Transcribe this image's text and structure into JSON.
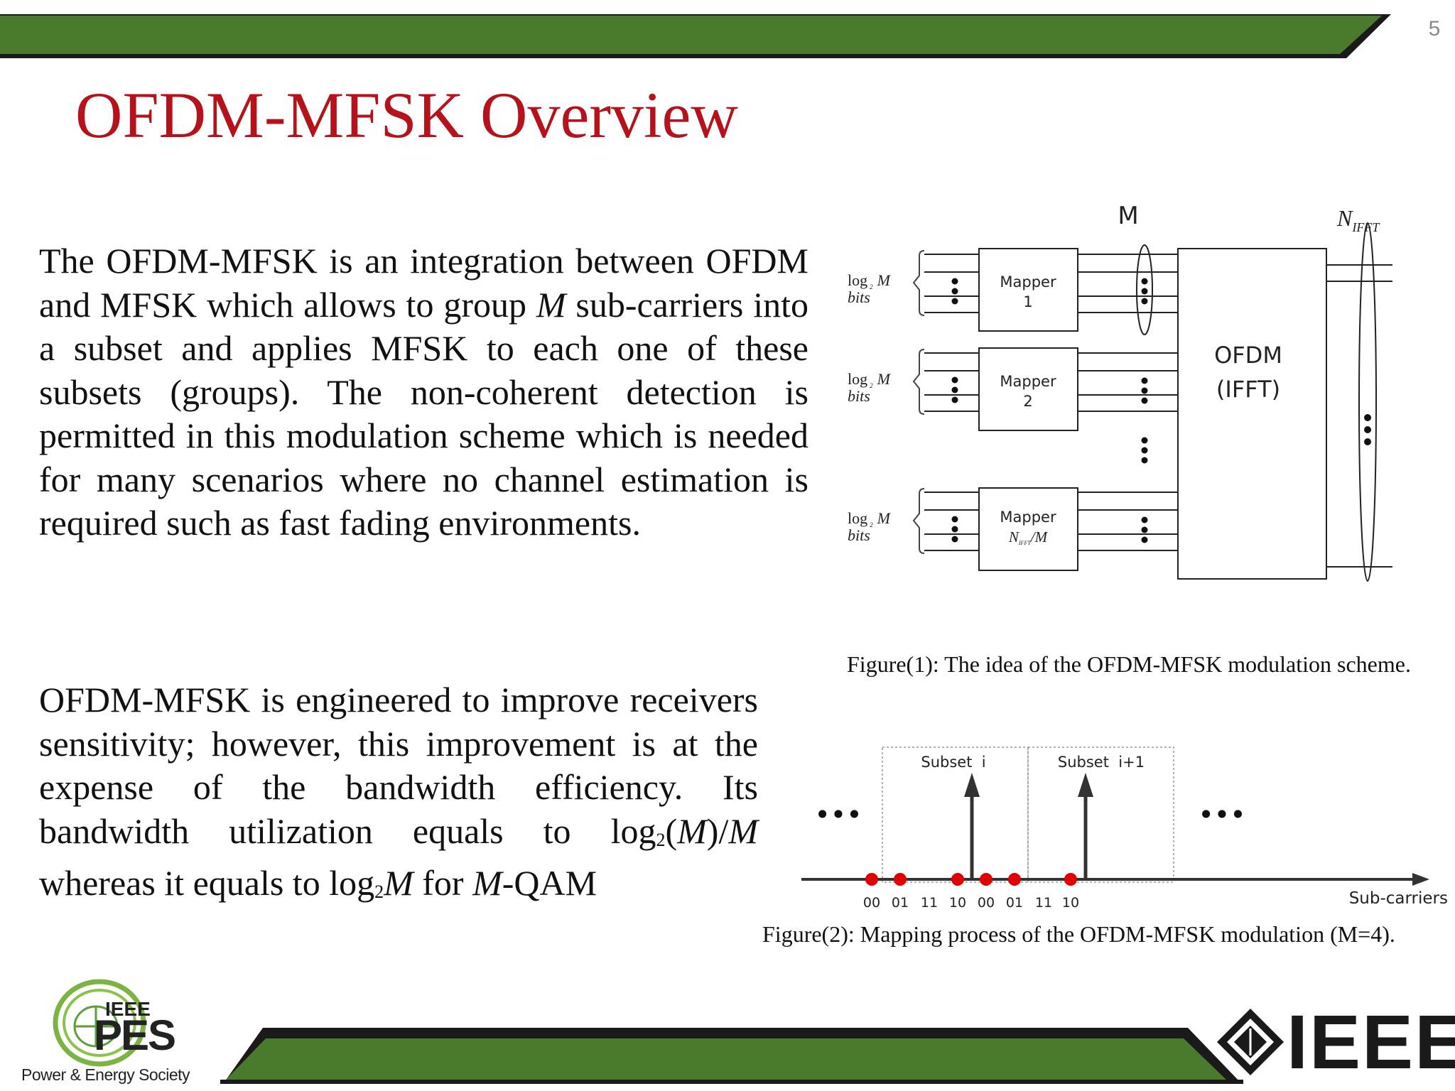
{
  "page_number": "5",
  "title": "OFDM-MFSK Overview",
  "paragraph1": [
    {
      "t": "The OFDM-MFSK is an integration between OFDM and MFSK which allows to group "
    },
    {
      "t": "M",
      "i": true
    },
    {
      "t": " sub-carriers into a subset and applies MFSK to each one of these subsets (groups). The non-coherent detection is permitted in this modulation scheme which is needed for many scenarios where no channel estimation is required such as fast fading environments."
    }
  ],
  "paragraph2": [
    {
      "t": "OFDM-MFSK is engineered to improve receivers sensitivity; however, this improvement is at the expense of the bandwidth efficiency. Its bandwidth utilization equals to log"
    },
    {
      "t": "2",
      "sub": true
    },
    {
      "t": "("
    },
    {
      "t": "M",
      "i": true
    },
    {
      "t": ")/"
    },
    {
      "t": "M",
      "i": true
    },
    {
      "t": " whereas it equals to log"
    },
    {
      "t": "2",
      "sub": true
    },
    {
      "t": "M",
      "i": true
    },
    {
      "t": " for "
    },
    {
      "t": "M",
      "i": true
    },
    {
      "t": "-QAM"
    }
  ],
  "figure1": {
    "caption": "Figure(1): The idea of the OFDM-MFSK modulation scheme.",
    "label_m": "M",
    "label_n": "N",
    "label_n_sub": "IFFT",
    "input_label_top": "log",
    "input_label_sub": "2",
    "input_label_m": "M",
    "input_label_bottom": "bits",
    "mappers": [
      {
        "line1": "Mapper",
        "line2": "1"
      },
      {
        "line1": "Mapper",
        "line2": "2"
      },
      {
        "line1": "Mapper",
        "line2_n": "N",
        "line2_sub": "IFFT",
        "line2_rest": "/M"
      }
    ],
    "ofdm_line1": "OFDM",
    "ofdm_line2": "(IFFT)"
  },
  "figure2": {
    "caption": "Figure(2): Mapping process of the OFDM-MFSK modulation (M=4).",
    "subset_labels": [
      "Subset  i",
      "Subset  i+1"
    ],
    "axis_label": "Sub-carriers",
    "bit_labels": [
      "00",
      "01",
      "11",
      "10",
      "00",
      "01",
      "11",
      "10"
    ],
    "ellipsis": "•••",
    "dot_color": "#e00000"
  },
  "colors": {
    "title": "#b5121b",
    "banner_green": "#4a7a2c"
  },
  "logos": {
    "pes_top": "IEEE",
    "pes_main": "PES",
    "pes_tagline": "Power & Energy Society",
    "ieee": "IEEE"
  }
}
